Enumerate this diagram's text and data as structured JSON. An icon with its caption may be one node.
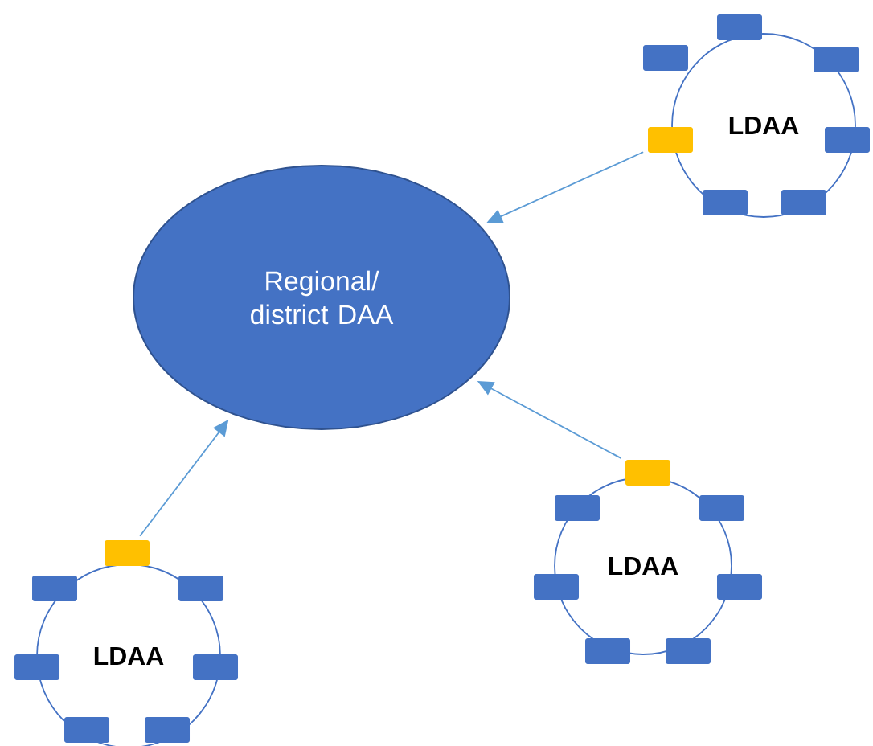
{
  "diagram": {
    "nodes": [
      {
        "text": [
          "Regional/ district DAA"
        ]
      },
      {
        "text": [
          "LDAA"
        ]
      },
      {
        "text": [],
        "shape": "box"
      },
      {
        "text": [
          "LDAA"
        ]
      },
      {
        "text": [],
        "shape": "box"
      },
      {
        "text": [
          "LDAA"
        ]
      },
      {
        "text": [],
        "shape": "box"
      }
    ],
    "edges": [
      {
        "from": 2,
        "to": 0,
        "arrow": "to"
      },
      {
        "from": 4,
        "to": 0,
        "arrow": "to"
      },
      {
        "from": 6,
        "to": 0,
        "arrow": "to"
      }
    ]
  }
}
